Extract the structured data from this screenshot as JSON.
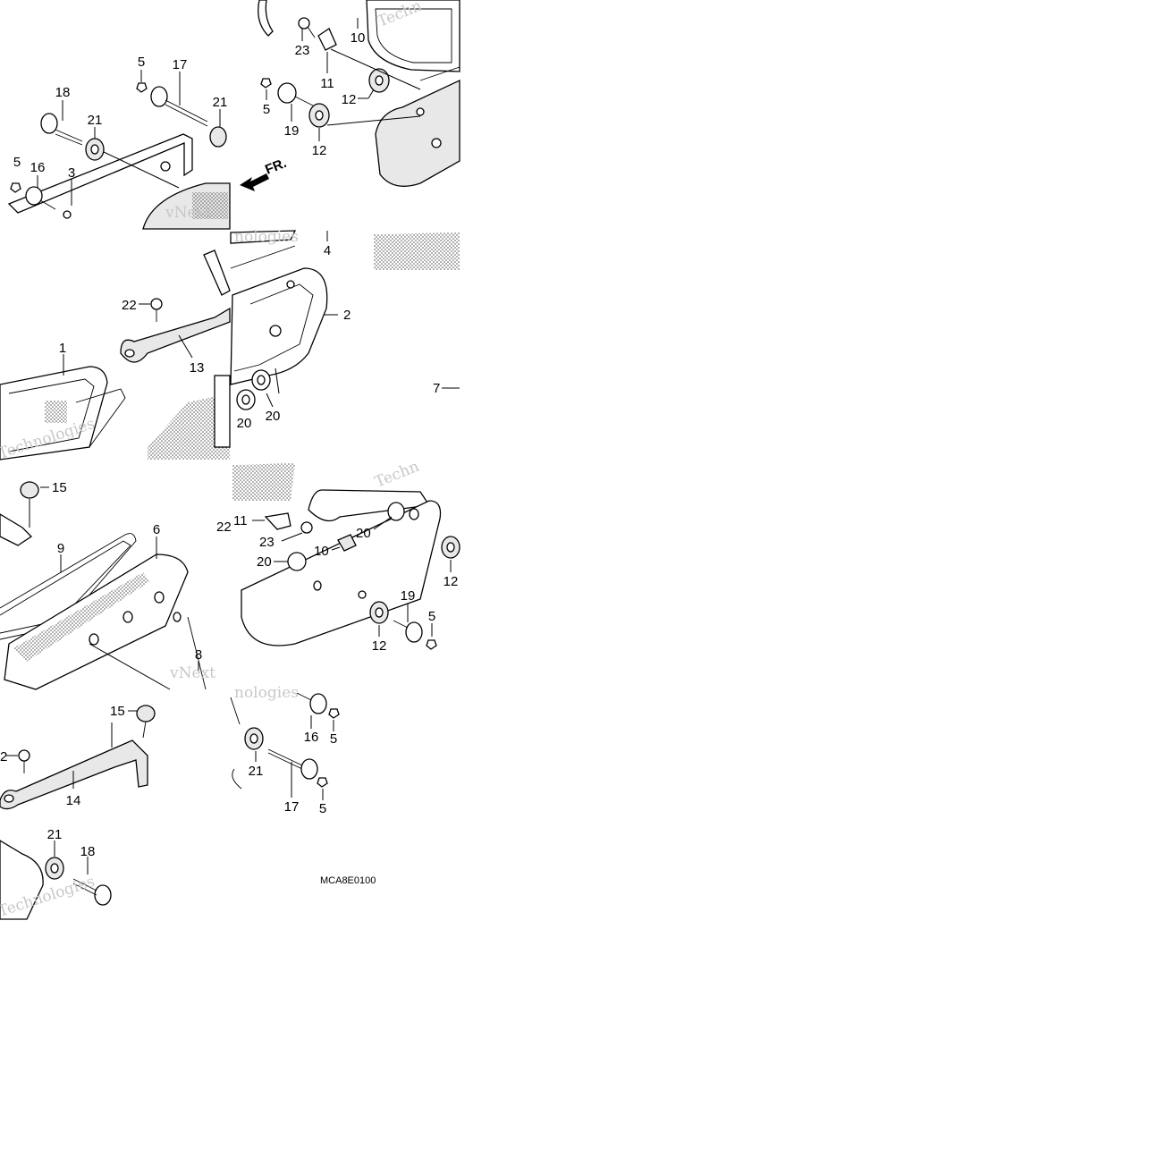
{
  "diagram_code": "MCA8E0100",
  "direction_marker": "FR.",
  "watermark": {
    "company": "vNext",
    "word_a": "Techn",
    "word_b": "Technologies",
    "word_c": "nologies"
  },
  "tile_top_left": {
    "labels": {
      "l5": "5",
      "l17": "17",
      "l18": "18",
      "l21a": "21",
      "l21b": "21",
      "l5b": "5",
      "l16": "16",
      "l3": "3"
    }
  },
  "tile_top_right": {
    "labels": {
      "l10": "10",
      "l23": "23",
      "l11": "11",
      "l5": "5",
      "l12a": "12",
      "l19": "19",
      "l12b": "12"
    }
  },
  "tile_mid_left": {
    "labels": {
      "l22": "22",
      "l1": "1",
      "l13": "13"
    }
  },
  "tile_mid_right": {
    "labels": {
      "l4": "4",
      "l2": "2",
      "l20a": "20",
      "l20b": "20",
      "l7": "7"
    }
  },
  "tile_lower_left": {
    "labels": {
      "l15": "15",
      "l9": "9",
      "l6": "6",
      "l22": "22",
      "l8": "8"
    }
  },
  "tile_lower_right": {
    "labels": {
      "l11": "11",
      "l23": "23",
      "l20a": "20",
      "l10": "10",
      "l20b": "20",
      "l12a": "12",
      "l19": "19",
      "l5": "5",
      "l12b": "12"
    }
  },
  "tile_bottom_left": {
    "labels": {
      "l15": "15",
      "l2": "2",
      "l14": "14",
      "l21": "21",
      "l18": "18"
    }
  },
  "tile_bottom_right": {
    "labels": {
      "l16": "16",
      "l5a": "5",
      "l21": "21",
      "l17": "17",
      "l5b": "5"
    }
  }
}
